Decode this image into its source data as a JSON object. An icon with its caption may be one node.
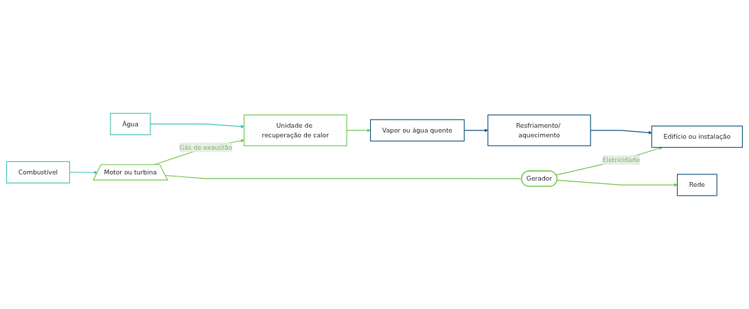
{
  "diagram": {
    "nodes": [
      {
        "text": [
          "Água"
        ]
      },
      {
        "text": [
          "Unidade de recuperação de calor"
        ]
      },
      {
        "text": [
          "Vapor ou água quente"
        ]
      },
      {
        "text": [
          "Resfriamento/ aquecimento"
        ]
      },
      {
        "text": [
          "Combustível"
        ]
      },
      {
        "text": [
          "Motor ou turbina"
        ]
      },
      {
        "text": [
          "Gerador"
        ]
      },
      {
        "text": [
          "Edifício ou instalação"
        ]
      },
      {
        "text": [
          "Rede"
        ]
      }
    ],
    "edges": [
      {
        "from": 0,
        "to": 1,
        "arrow": "to",
        "color": "#3cbfae"
      },
      {
        "from": 4,
        "to": 5,
        "arrow": "to",
        "color": "#3cbfae"
      },
      {
        "from": 5,
        "to": 1,
        "arrow": "to",
        "label": "Gás de exaustão"
      },
      {
        "from": 1,
        "to": 2,
        "arrow": "to"
      },
      {
        "from": 2,
        "to": 3,
        "arrow": "to",
        "color": "#0b4f7c"
      },
      {
        "from": 3,
        "to": 7,
        "arrow": "to",
        "color": "#0b4f7c"
      },
      {
        "from": 5,
        "to": 6,
        "arrow": "none"
      },
      {
        "from": 6,
        "to": 7,
        "arrow": "to",
        "label": "Eletricidade"
      },
      {
        "from": 6,
        "to": 8,
        "arrow": "to"
      }
    ]
  }
}
